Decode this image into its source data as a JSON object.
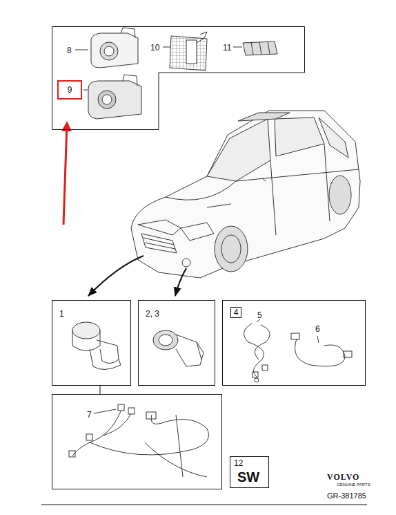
{
  "diagram": {
    "nodes": [
      {
        "text": [
          "8",
          "10",
          "11"
        ]
      },
      {
        "text": [
          "9"
        ],
        "in": 0
      },
      {
        "text": [
          "1"
        ]
      },
      {
        "text": [
          "2, 3"
        ]
      },
      {
        "text": [
          "5",
          "6"
        ]
      },
      {
        "text": [
          "4"
        ],
        "in": 4
      },
      {
        "text": [
          "7"
        ]
      },
      {
        "text": [
          "12",
          "SW"
        ]
      }
    ],
    "edges": [
      {
        "from": 2,
        "to": 6,
        "arrow": "none"
      }
    ],
    "labels": [
      "VOLVO",
      "GENUINE PARTS",
      "GR-381785"
    ]
  }
}
